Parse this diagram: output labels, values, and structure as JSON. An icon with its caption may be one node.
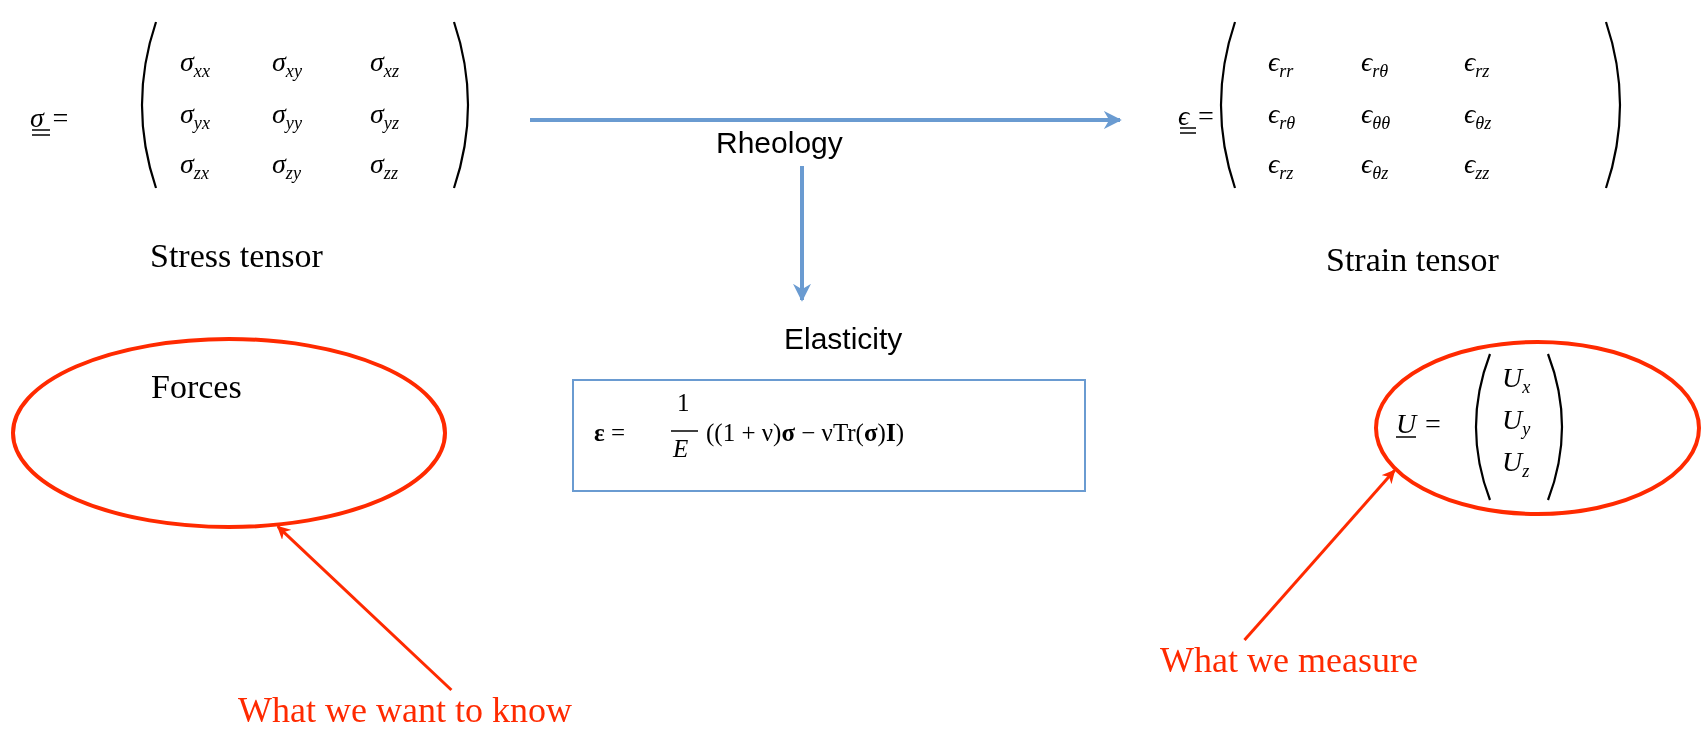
{
  "diagram": {
    "nodes": [
      {
        "text": [
          "σ =",
          "σ$_{xx}$",
          "σ$_{xy}$",
          "σ$_{xz}$",
          "σ$_{yx}$",
          "σ$_{yy}$",
          "σ$_{yz}$",
          "σ$_{zx}$",
          "σ$_{zy}$",
          "σ$_{zz}$"
        ],
        "beside": [
          "Stress tensor"
        ]
      },
      {
        "text": [
          "Rheology"
        ]
      },
      {
        "text": [
          "ϵ =",
          "ϵ$_{rr}$",
          "ϵ$_{rθ}$",
          "ϵ$_{rz}$",
          "ϵ$_{rθ}$",
          "ϵ$_{θθ}$",
          "ϵ$_{θz}$",
          "ϵ$_{rz}$",
          "ϵ$_{θz}$",
          "ϵ$_{zz}$"
        ],
        "beside": [
          "Strain tensor"
        ]
      },
      {
        "text": [
          "Elasticity",
          "**ε** =",
          "1",
          "*E*",
          "((1 + ν)**σ** − νTr(**σ**)**I**)"
        ]
      },
      {
        "text": [
          "Forces"
        ]
      },
      {
        "text": [
          "U =",
          "U$_{x}$",
          "U$_{y}$",
          "U$_{z}$"
        ]
      },
      {
        "text": [
          "What we want to know"
        ]
      },
      {
        "text": [
          "What we measure"
        ]
      }
    ],
    "edges": [
      {
        "from": 0,
        "to": 2,
        "arrow": "to",
        "color": "#6a9bd1"
      },
      {
        "from": 1,
        "to": 3,
        "arrow": "to",
        "color": "#6a9bd1"
      },
      {
        "from": 6,
        "to": 4,
        "arrow": "to",
        "color": "#ff2a00"
      },
      {
        "from": 7,
        "to": 5,
        "arrow": "to",
        "color": "#ff2a00"
      }
    ]
  }
}
